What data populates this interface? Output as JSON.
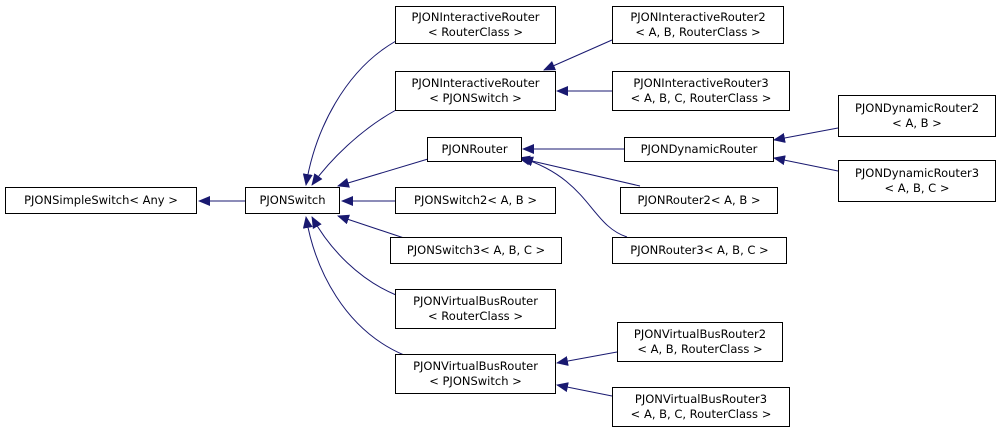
{
  "diagram": {
    "nodes": {
      "simple_switch": {
        "line1": "PJONSimpleSwitch< Any >"
      },
      "switch": {
        "line1": "PJONSwitch"
      },
      "interactive_router_rc": {
        "line1": "PJONInteractiveRouter",
        "line2": "< RouterClass >"
      },
      "interactive_router_ps": {
        "line1": "PJONInteractiveRouter",
        "line2": "< PJONSwitch >"
      },
      "router": {
        "line1": "PJONRouter"
      },
      "switch2": {
        "line1": "PJONSwitch2< A, B >"
      },
      "switch3": {
        "line1": "PJONSwitch3< A, B, C >"
      },
      "virtual_bus_router_rc": {
        "line1": "PJONVirtualBusRouter",
        "line2": "< RouterClass >"
      },
      "virtual_bus_router_ps": {
        "line1": "PJONVirtualBusRouter",
        "line2": "< PJONSwitch >"
      },
      "interactive_router2": {
        "line1": "PJONInteractiveRouter2",
        "line2": "< A, B, RouterClass >"
      },
      "interactive_router3": {
        "line1": "PJONInteractiveRouter3",
        "line2": "< A, B, C, RouterClass >"
      },
      "dynamic_router": {
        "line1": "PJONDynamicRouter"
      },
      "router2": {
        "line1": "PJONRouter2< A, B >"
      },
      "router3": {
        "line1": "PJONRouter3< A, B, C >"
      },
      "virtual_bus_router2": {
        "line1": "PJONVirtualBusRouter2",
        "line2": "< A, B, RouterClass >"
      },
      "virtual_bus_router3": {
        "line1": "PJONVirtualBusRouter3",
        "line2": "< A, B, C, RouterClass >"
      },
      "dynamic_router2": {
        "line1": "PJONDynamicRouter2",
        "line2": "< A, B >"
      },
      "dynamic_router3": {
        "line1": "PJONDynamicRouter3",
        "line2": "< A, B, C >"
      }
    },
    "colors": {
      "edge": "#191970",
      "border": "#000000",
      "background": "#ffffff"
    }
  }
}
